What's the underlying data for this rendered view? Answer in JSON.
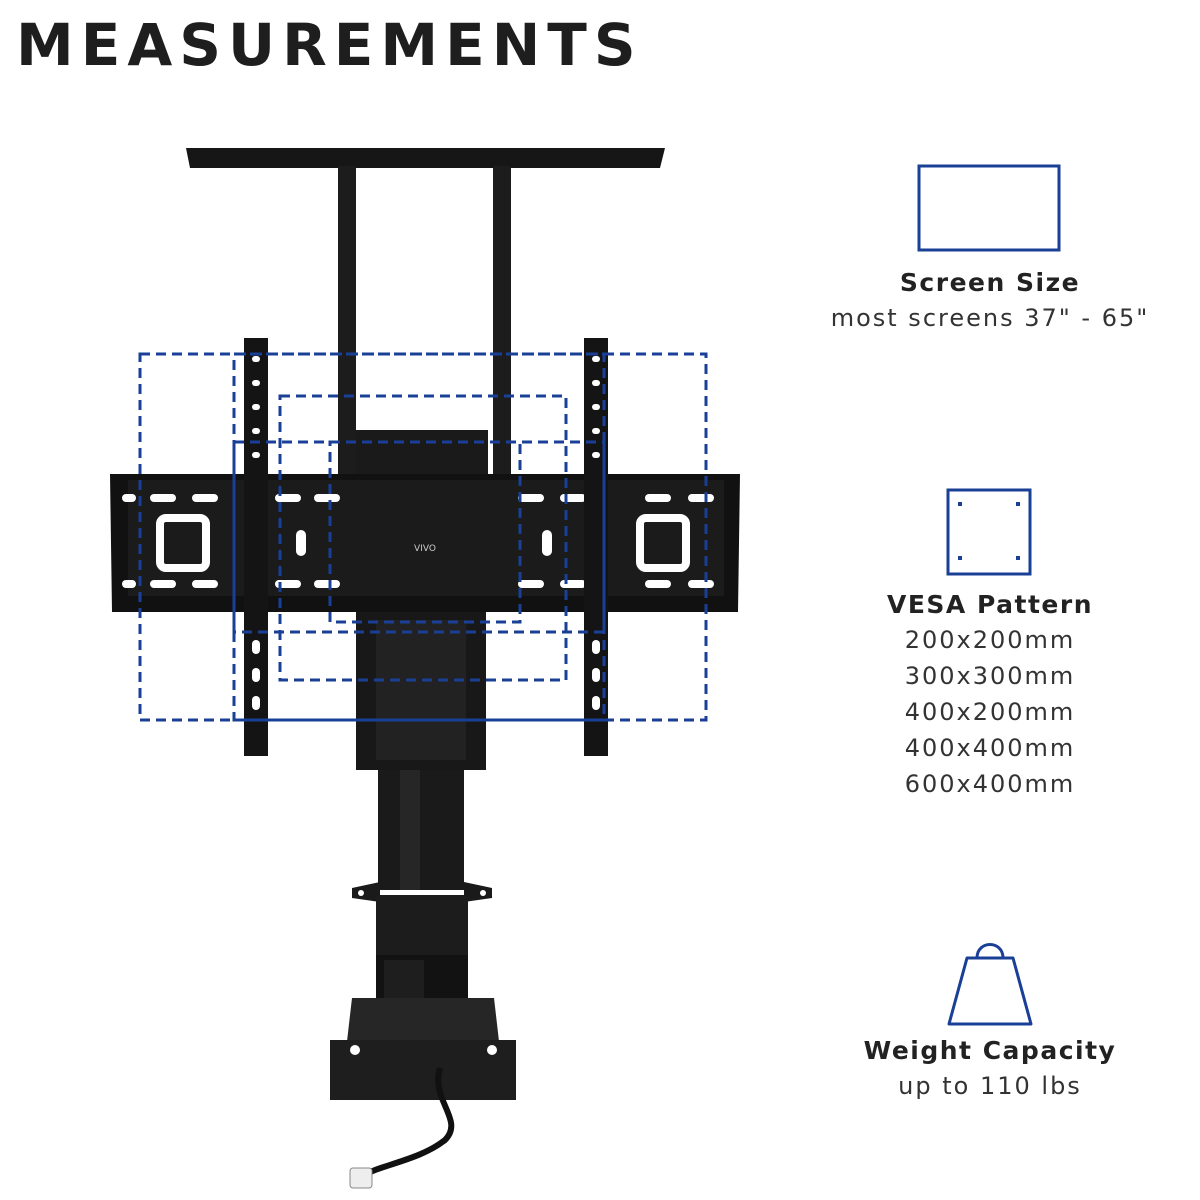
{
  "header": {
    "title": "MEASUREMENTS"
  },
  "product": {
    "mount_logo": "VIVO"
  },
  "specs": {
    "screen": {
      "icon": "screen-icon",
      "title": "Screen Size",
      "value": "most screens 37\" - 65\""
    },
    "vesa": {
      "icon": "vesa-pattern-icon",
      "title": "VESA Pattern",
      "values": [
        "200x200mm",
        "300x300mm",
        "400x200mm",
        "400x400mm",
        "600x400mm"
      ]
    },
    "weight": {
      "icon": "weight-icon",
      "title": "Weight Capacity",
      "value": "up to 110 lbs"
    }
  },
  "colors": {
    "accent": "#1a3f96",
    "product": "#141414",
    "text": "#222222"
  }
}
